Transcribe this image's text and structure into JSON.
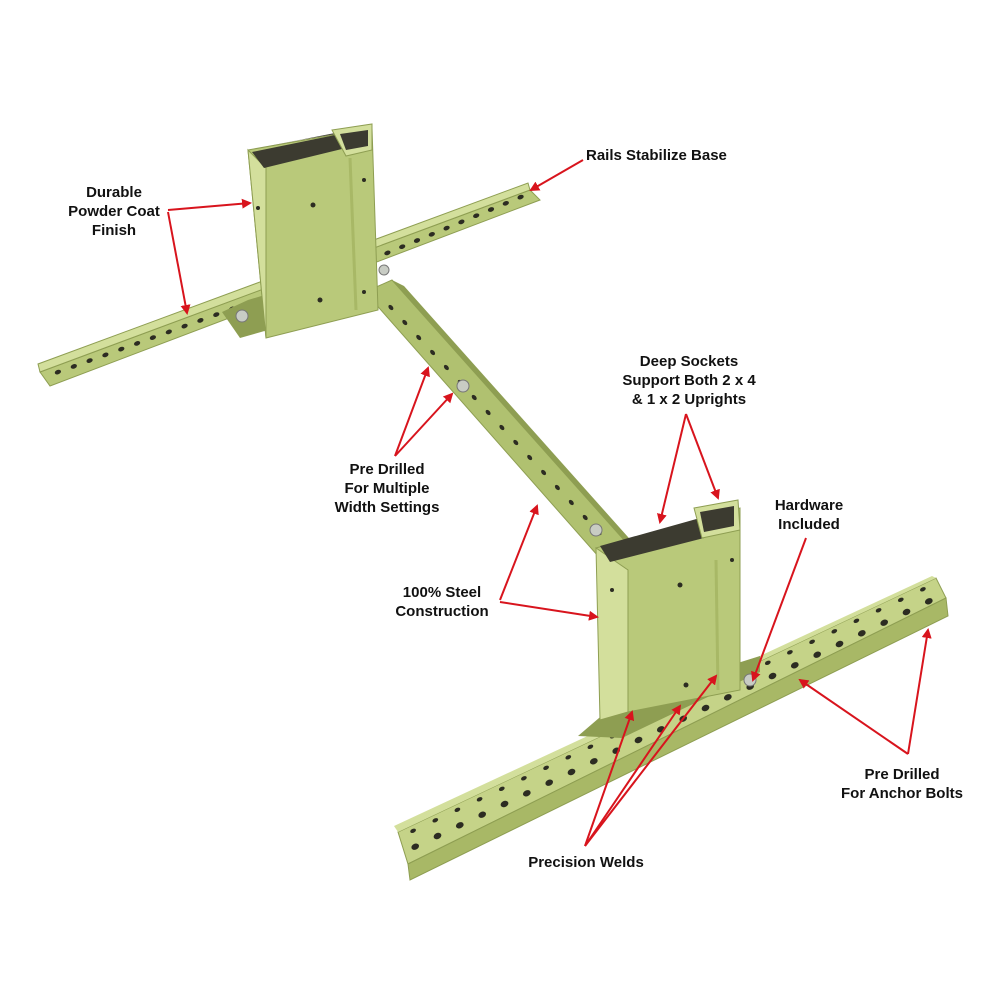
{
  "colors": {
    "steel_main": "#b9c97a",
    "steel_light": "#d3df9c",
    "steel_dark": "#8e9e52",
    "steel_shadow": "#6f7d3a",
    "hole": "#2c2c22",
    "arrow": "#d8141d",
    "text": "#111111"
  },
  "callouts": {
    "durable": [
      "Durable",
      "Powder Coat",
      "Finish"
    ],
    "rails": [
      "Rails Stabilize Base"
    ],
    "deep_sockets": [
      "Deep Sockets",
      "Support Both 2 x 4",
      "& 1 x 2 Uprights"
    ],
    "pre_drilled_width": [
      "Pre Drilled",
      "For Multiple",
      "Width Settings"
    ],
    "hardware": [
      "Hardware",
      "Included"
    ],
    "steel": [
      "100% Steel",
      "Construction"
    ],
    "anchor": [
      "Pre Drilled",
      "For Anchor Bolts"
    ],
    "welds": [
      "Precision Welds"
    ]
  }
}
